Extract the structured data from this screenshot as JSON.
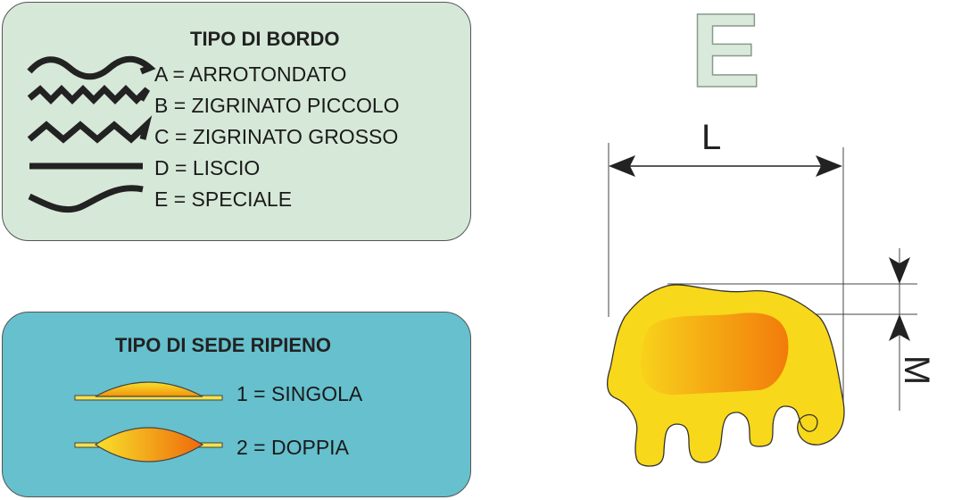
{
  "border_panel": {
    "title": "TIPO DI BORDO",
    "items": [
      {
        "label": "A = ARROTONDATO",
        "icon": "rounded-wave-icon"
      },
      {
        "label": "B = ZIGRINATO PICCOLO",
        "icon": "small-zigzag-icon"
      },
      {
        "label": "C = ZIGRINATO GROSSO",
        "icon": "large-zigzag-icon"
      },
      {
        "label": "D = LISCIO",
        "icon": "straight-line-icon"
      },
      {
        "label": "E = SPECIALE",
        "icon": "special-curve-icon"
      }
    ]
  },
  "seat_panel": {
    "title": "TIPO DI SEDE RIPIENO",
    "items": [
      {
        "label": "1 = SINGOLA",
        "icon": "single-seat-icon"
      },
      {
        "label": "2 = DOPPIA",
        "icon": "double-seat-icon"
      }
    ]
  },
  "type_letter": "E",
  "dimensions": {
    "length_label": "L",
    "margin_label": "M"
  },
  "colors": {
    "border_panel_bg": "#d6e8d8",
    "seat_panel_bg": "#66c0cd",
    "elephant_fill": "#f8d81a",
    "filling_orange": "#f28a0c"
  }
}
